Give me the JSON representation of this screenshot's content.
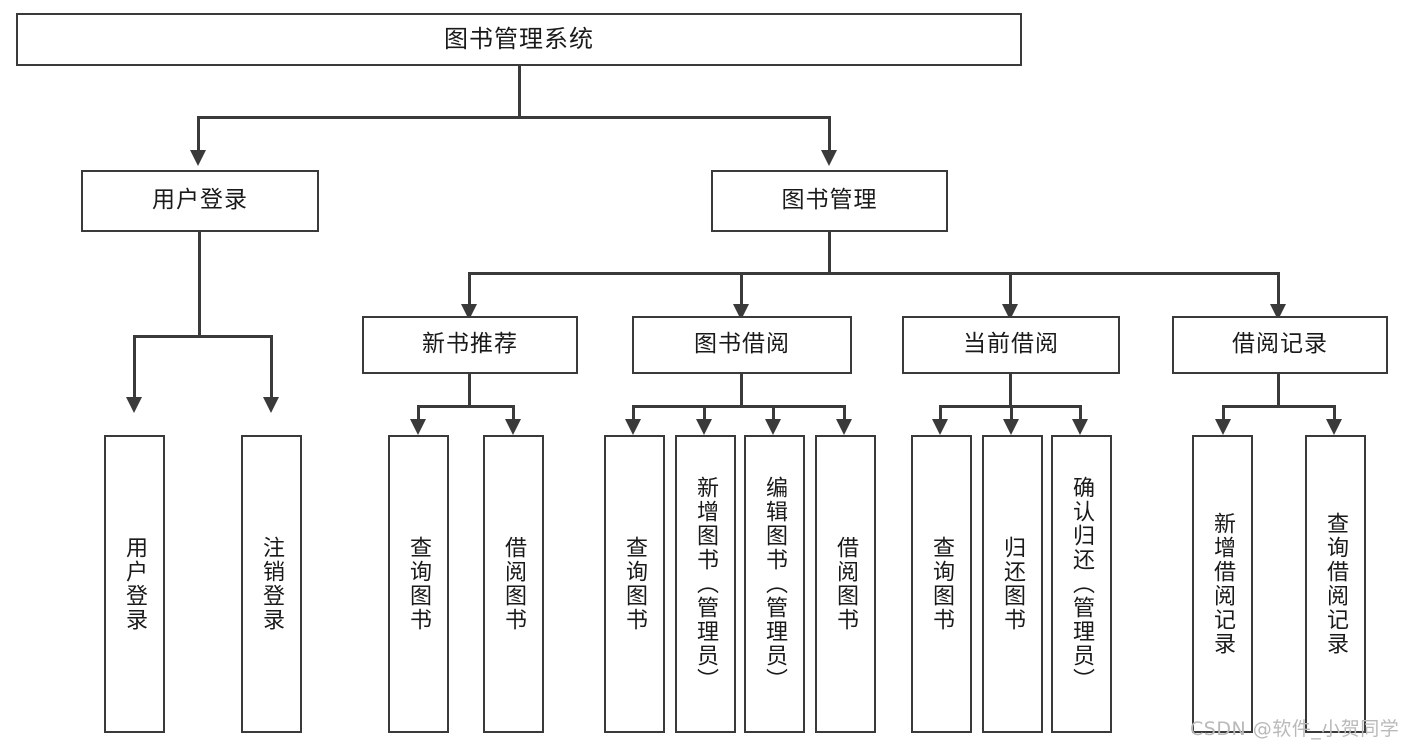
{
  "diagram": {
    "type": "tree-hierarchy",
    "title": "图书管理系统",
    "root": {
      "label": "图书管理系统"
    },
    "level2": [
      {
        "id": "user-login",
        "label": "用户登录"
      },
      {
        "id": "book-management",
        "label": "图书管理"
      }
    ],
    "level3": [
      {
        "id": "new-book-recommend",
        "label": "新书推荐",
        "parent": "book-management"
      },
      {
        "id": "book-borrow",
        "label": "图书借阅",
        "parent": "book-management"
      },
      {
        "id": "current-borrow",
        "label": "当前借阅",
        "parent": "book-management"
      },
      {
        "id": "borrow-record",
        "label": "借阅记录",
        "parent": "book-management"
      }
    ],
    "leaves": [
      {
        "id": "leaf-user-login",
        "label": "用户登录",
        "parent": "user-login"
      },
      {
        "id": "leaf-logout-login",
        "label": "注销登录",
        "parent": "user-login"
      },
      {
        "id": "leaf-query-book-1",
        "label": "查询图书",
        "parent": "new-book-recommend"
      },
      {
        "id": "leaf-borrow-book-1",
        "label": "借阅图书",
        "parent": "new-book-recommend"
      },
      {
        "id": "leaf-query-book-2",
        "label": "查询图书",
        "parent": "book-borrow"
      },
      {
        "id": "leaf-add-book-admin",
        "label": "新增图书（管理员）",
        "parent": "book-borrow"
      },
      {
        "id": "leaf-edit-book-admin",
        "label": "编辑图书（管理员）",
        "parent": "book-borrow"
      },
      {
        "id": "leaf-borrow-book-2",
        "label": "借阅图书",
        "parent": "book-borrow"
      },
      {
        "id": "leaf-query-book-3",
        "label": "查询图书",
        "parent": "current-borrow"
      },
      {
        "id": "leaf-return-book",
        "label": "归还图书",
        "parent": "current-borrow"
      },
      {
        "id": "leaf-confirm-return-admin",
        "label": "确认归还（管理员）",
        "parent": "current-borrow"
      },
      {
        "id": "leaf-add-borrow-record",
        "label": "新增借阅记录",
        "parent": "borrow-record"
      },
      {
        "id": "leaf-query-borrow-record",
        "label": "查询借阅记录",
        "parent": "borrow-record"
      }
    ],
    "watermark": "CSDN @软件_小贺同学",
    "colors": {
      "stroke": "#3a3a3a",
      "fill": "#ffffff",
      "text": "#1a1a1a",
      "watermark": "#b9b9b9"
    }
  }
}
